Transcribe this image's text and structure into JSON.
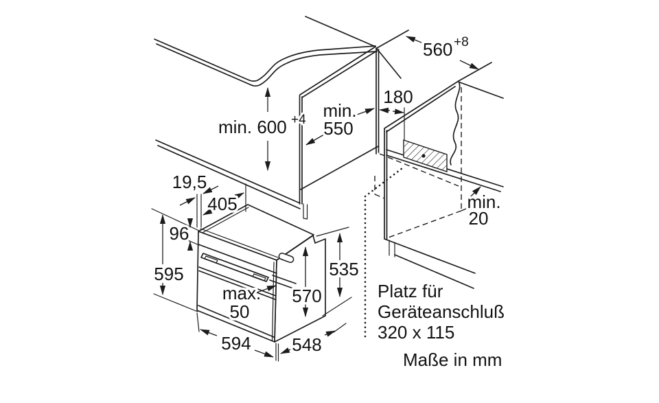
{
  "diagram": {
    "dimensions": {
      "niche_width": {
        "value": "560",
        "tolerance": "+8"
      },
      "niche_height": {
        "value": "min. 600",
        "tolerance": "+4"
      },
      "niche_depth_line1": "min.",
      "niche_depth_line2": "550",
      "connection_offset": "180",
      "rear_clearance_line1": "min.",
      "rear_clearance_line2": "20",
      "front_gap": "19,5",
      "top_depth": "405",
      "panel_height": "96",
      "oven_height": "595",
      "handle_line1": "max.",
      "handle_line2": "50",
      "door_height": "570",
      "body_height": "535",
      "oven_width": "594",
      "body_depth": "548"
    },
    "notes": {
      "connection_line1": "Platz für",
      "connection_line2": "Geräteanschluß",
      "connection_line3": "320 x 115",
      "units": "Maße in mm"
    },
    "colors": {
      "line": "#1c1c1c",
      "background": "#ffffff"
    }
  }
}
